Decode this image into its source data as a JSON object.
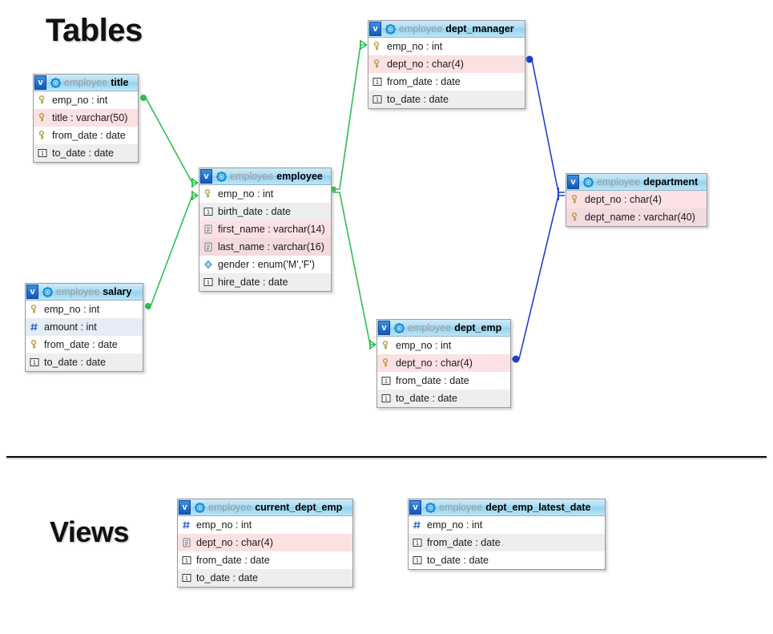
{
  "diagram": {
    "type": "er-diagram",
    "sections": [
      {
        "id": "tables",
        "label": "Tables"
      },
      {
        "id": "views",
        "label": "Views"
      }
    ],
    "colors": {
      "identifying_relationship": "#2fbe4f",
      "non_identifying_relationship": "#1f3fc8",
      "header_accent": "#93d2ef",
      "primary_key_row": "#fbe1e3",
      "numeric_row": "#e4ecf5",
      "divider": "#0a0a0a"
    },
    "schema": "employee"
  },
  "entities": [
    {
      "id": "title",
      "badge": "v",
      "schema": "employee",
      "name": "title",
      "kind": "table",
      "columns": [
        {
          "icon": "key-icon",
          "label": "emp_no : int",
          "style": "plain"
        },
        {
          "icon": "key-icon",
          "label": "title : varchar(50)",
          "style": "pk"
        },
        {
          "icon": "key-icon",
          "label": "from_date : date",
          "style": "plain"
        },
        {
          "icon": "date-icon",
          "label": "to_date : date",
          "style": "alt"
        }
      ]
    },
    {
      "id": "salary",
      "badge": "v",
      "schema": "employee",
      "name": "salary",
      "kind": "table",
      "columns": [
        {
          "icon": "key-icon",
          "label": "emp_no : int",
          "style": "plain"
        },
        {
          "icon": "numeric-icon",
          "label": "amount : int",
          "style": "num"
        },
        {
          "icon": "key-icon",
          "label": "from_date : date",
          "style": "plain"
        },
        {
          "icon": "date-icon",
          "label": "to_date : date",
          "style": "alt"
        }
      ]
    },
    {
      "id": "employee",
      "badge": "v",
      "schema": "employee",
      "name": "employee",
      "kind": "table",
      "columns": [
        {
          "icon": "key-icon",
          "label": "emp_no : int",
          "style": "plain"
        },
        {
          "icon": "date-icon",
          "label": "birth_date : date",
          "style": "alt"
        },
        {
          "icon": "text-icon",
          "label": "first_name : varchar(14)",
          "style": "pk"
        },
        {
          "icon": "text-icon",
          "label": "last_name : varchar(16)",
          "style": "pk-alt"
        },
        {
          "icon": "enum-icon",
          "label": "gender : enum('M','F')",
          "style": "plain"
        },
        {
          "icon": "date-icon",
          "label": "hire_date : date",
          "style": "alt"
        }
      ]
    },
    {
      "id": "dept_manager",
      "badge": "v",
      "schema": "employee",
      "name": "dept_manager",
      "kind": "table",
      "columns": [
        {
          "icon": "key-icon",
          "label": "emp_no : int",
          "style": "plain"
        },
        {
          "icon": "key-icon",
          "label": "dept_no : char(4)",
          "style": "pk"
        },
        {
          "icon": "date-icon",
          "label": "from_date : date",
          "style": "plain"
        },
        {
          "icon": "date-icon",
          "label": "to_date : date",
          "style": "alt"
        }
      ]
    },
    {
      "id": "dept_emp",
      "badge": "v",
      "schema": "employee",
      "name": "dept_emp",
      "kind": "table",
      "columns": [
        {
          "icon": "key-icon",
          "label": "emp_no : int",
          "style": "plain"
        },
        {
          "icon": "key-icon",
          "label": "dept_no : char(4)",
          "style": "pk"
        },
        {
          "icon": "date-icon",
          "label": "from_date : date",
          "style": "plain"
        },
        {
          "icon": "date-icon",
          "label": "to_date : date",
          "style": "alt"
        }
      ]
    },
    {
      "id": "department",
      "badge": "v",
      "schema": "employee",
      "name": "department",
      "kind": "table",
      "columns": [
        {
          "icon": "key-icon",
          "label": "dept_no : char(4)",
          "style": "pk"
        },
        {
          "icon": "key-icon",
          "label": "dept_name : varchar(40)",
          "style": "pk-alt"
        }
      ]
    },
    {
      "id": "current_dept_emp",
      "badge": "v",
      "schema": "employee",
      "name": "current_dept_emp",
      "kind": "view",
      "columns": [
        {
          "icon": "numeric-icon",
          "label": "emp_no : int",
          "style": "plain"
        },
        {
          "icon": "text-icon",
          "label": "dept_no : char(4)",
          "style": "pk"
        },
        {
          "icon": "date-icon",
          "label": "from_date : date",
          "style": "plain"
        },
        {
          "icon": "date-icon",
          "label": "to_date : date",
          "style": "alt"
        }
      ]
    },
    {
      "id": "dept_emp_latest_date",
      "badge": "v",
      "schema": "employee",
      "name": "dept_emp_latest_date",
      "kind": "view",
      "columns": [
        {
          "icon": "numeric-icon",
          "label": "emp_no : int",
          "style": "plain"
        },
        {
          "icon": "date-icon",
          "label": "from_date : date",
          "style": "alt"
        },
        {
          "icon": "date-icon",
          "label": "to_date : date",
          "style": "plain"
        }
      ]
    }
  ],
  "relationships": [
    {
      "id": "title-employee",
      "from": "title",
      "to": "employee",
      "color": "#2fbe4f"
    },
    {
      "id": "salary-employee",
      "from": "salary",
      "to": "employee",
      "color": "#2fbe4f"
    },
    {
      "id": "employee-dept_manager",
      "from": "employee",
      "to": "dept_manager",
      "color": "#2fbe4f"
    },
    {
      "id": "employee-dept_emp",
      "from": "employee",
      "to": "dept_emp",
      "color": "#2fbe4f"
    },
    {
      "id": "dept_manager-department",
      "from": "dept_manager",
      "to": "department",
      "color": "#1f3fc8"
    },
    {
      "id": "dept_emp-department",
      "from": "dept_emp",
      "to": "department",
      "color": "#1f3fc8"
    }
  ]
}
